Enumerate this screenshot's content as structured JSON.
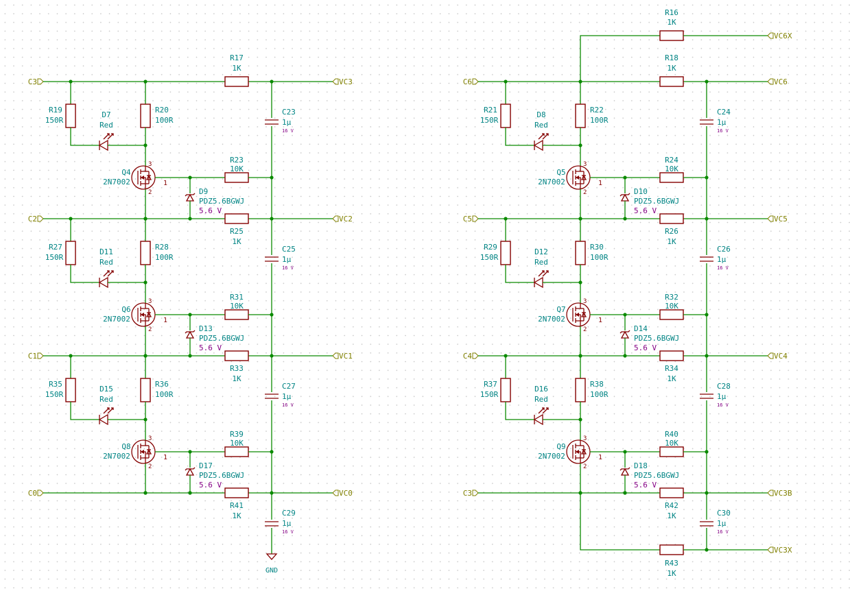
{
  "schematic": {
    "columns": [
      {
        "id": "left",
        "ports": {
          "top": "C3",
          "mid1": "C2",
          "mid2": "C1",
          "bot": "C0"
        },
        "outputs": {
          "top": "VC3",
          "mid1": "VC2",
          "mid2": "VC1",
          "bot": "VC0"
        },
        "rowsExtra": {
          "topExtra": null,
          "bottomExtra": null
        },
        "stages": [
          {
            "rgate": {
              "ref": "R19",
              "val": "150R"
            },
            "led": {
              "ref": "D7",
              "val": "Red"
            },
            "rled": {
              "ref": "R20",
              "val": "100R"
            },
            "q": {
              "ref": "Q4",
              "val": "2N7002"
            },
            "rg": {
              "ref": "R23",
              "val": "10K"
            },
            "z": {
              "ref": "D9",
              "val": "PDZ5.6BGWJ",
              "v": "5.6 V"
            },
            "rs": {
              "ref": "R17",
              "val": "1K"
            },
            "c": {
              "ref": "C23",
              "val": "1µ",
              "v": "16 V"
            }
          },
          {
            "rgate": {
              "ref": "R27",
              "val": "150R"
            },
            "led": {
              "ref": "D11",
              "val": "Red"
            },
            "rled": {
              "ref": "R28",
              "val": "100R"
            },
            "q": {
              "ref": "Q6",
              "val": "2N7002"
            },
            "rg": {
              "ref": "R31",
              "val": "10K"
            },
            "z": {
              "ref": "D13",
              "val": "PDZ5.6BGWJ",
              "v": "5.6 V"
            },
            "rs": {
              "ref": "R25",
              "val": "1K"
            },
            "c": {
              "ref": "C25",
              "val": "1µ",
              "v": "16 V"
            }
          },
          {
            "rgate": {
              "ref": "R35",
              "val": "150R"
            },
            "led": {
              "ref": "D15",
              "val": "Red"
            },
            "rled": {
              "ref": "R36",
              "val": "100R"
            },
            "q": {
              "ref": "Q8",
              "val": "2N7002"
            },
            "rg": {
              "ref": "R39",
              "val": "10K"
            },
            "z": {
              "ref": "D17",
              "val": "PDZ5.6BGWJ",
              "v": "5.6 V"
            },
            "rs": {
              "ref": "R33",
              "val": "1K"
            },
            "c": {
              "ref": "C27",
              "val": "1µ",
              "v": "16 V"
            }
          }
        ],
        "bottom": {
          "rs": {
            "ref": "R41",
            "val": "1K"
          },
          "c": {
            "ref": "C29",
            "val": "1µ",
            "v": "16 V"
          },
          "gnd": "GND"
        }
      },
      {
        "id": "right",
        "ports": {
          "top": "C6",
          "mid1": "C5",
          "mid2": "C4",
          "bot": "C3"
        },
        "outputs": {
          "top": "VC6",
          "mid1": "VC5",
          "mid2": "VC4",
          "bot": "VC3B"
        },
        "extra": {
          "topOut": "VC6X",
          "topR": {
            "ref": "R16",
            "val": "1K"
          },
          "botOut": "VC3X",
          "botR": {
            "ref": "R43",
            "val": "1K"
          }
        },
        "stages": [
          {
            "rgate": {
              "ref": "R21",
              "val": "150R"
            },
            "led": {
              "ref": "D8",
              "val": "Red"
            },
            "rled": {
              "ref": "R22",
              "val": "100R"
            },
            "q": {
              "ref": "Q5",
              "val": "2N7002"
            },
            "rg": {
              "ref": "R24",
              "val": "10K"
            },
            "z": {
              "ref": "D10",
              "val": "PDZ5.6BGWJ",
              "v": "5.6 V"
            },
            "rs": {
              "ref": "R18",
              "val": "1K"
            },
            "c": {
              "ref": "C24",
              "val": "1µ",
              "v": "16 V"
            }
          },
          {
            "rgate": {
              "ref": "R29",
              "val": "150R"
            },
            "led": {
              "ref": "D12",
              "val": "Red"
            },
            "rled": {
              "ref": "R30",
              "val": "100R"
            },
            "q": {
              "ref": "Q7",
              "val": "2N7002"
            },
            "rg": {
              "ref": "R32",
              "val": "10K"
            },
            "z": {
              "ref": "D14",
              "val": "PDZ5.6BGWJ",
              "v": "5.6 V"
            },
            "rs": {
              "ref": "R26",
              "val": "1K"
            },
            "c": {
              "ref": "C26",
              "val": "1µ",
              "v": "16 V"
            }
          },
          {
            "rgate": {
              "ref": "R37",
              "val": "150R"
            },
            "led": {
              "ref": "D16",
              "val": "Red"
            },
            "rled": {
              "ref": "R38",
              "val": "100R"
            },
            "q": {
              "ref": "Q9",
              "val": "2N7002"
            },
            "rg": {
              "ref": "R40",
              "val": "10K"
            },
            "z": {
              "ref": "D18",
              "val": "PDZ5.6BGWJ",
              "v": "5.6 V"
            },
            "rs": {
              "ref": "R34",
              "val": "1K"
            },
            "c": {
              "ref": "C28",
              "val": "1µ",
              "v": "16 V"
            }
          }
        ],
        "bottom": {
          "rs": {
            "ref": "R42",
            "val": "1K"
          },
          "c": {
            "ref": "C30",
            "val": "1µ",
            "v": "16 V"
          }
        }
      }
    ],
    "pinNumbers": {
      "gate": "1",
      "drain": "3",
      "source": "2"
    },
    "colors": {
      "wire": "#0b8a00",
      "part": "#840000",
      "ref": "#008484",
      "value": "#008484",
      "net": "#808000",
      "spec": "#840084",
      "background": "#ffffff"
    }
  }
}
